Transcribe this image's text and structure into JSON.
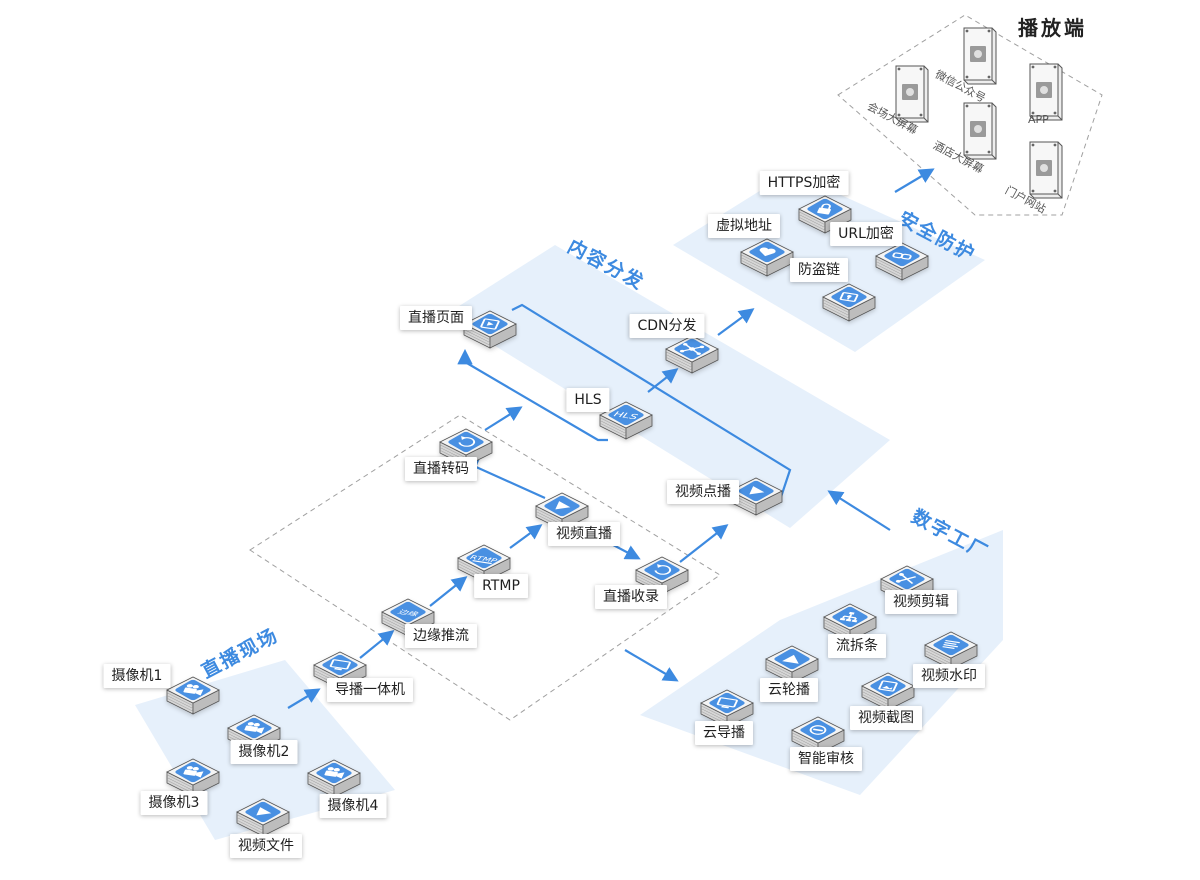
{
  "colors": {
    "accent": "#3d8ae0",
    "zone_fill": "#e6f0fb",
    "dash": "#999999",
    "icon": "#4a90e2"
  },
  "zones": {
    "live_site": "直播现场",
    "content_distribution": "内容分发",
    "security": "安全防护",
    "digital_factory": "数字工厂",
    "players": "播放端"
  },
  "nodes": {
    "camera1": {
      "label": "摄像机1",
      "icon": "video-camera-icon"
    },
    "camera2": {
      "label": "摄像机2",
      "icon": "video-camera-icon"
    },
    "camera3": {
      "label": "摄像机3",
      "icon": "video-camera-icon"
    },
    "camera4": {
      "label": "摄像机4",
      "icon": "video-camera-icon"
    },
    "video_file": {
      "label": "视频文件",
      "icon": "play-icon"
    },
    "director_console": {
      "label": "导播一体机",
      "icon": "monitor-icon"
    },
    "edge_push": {
      "label": "边缘推流",
      "icon": "edge-push-icon",
      "text": "边缘"
    },
    "rtmp": {
      "label": "RTMP",
      "icon": "rtmp-icon",
      "text": "RTMP"
    },
    "live_video": {
      "label": "视频直播",
      "icon": "play-icon"
    },
    "live_transcode": {
      "label": "直播转码",
      "icon": "transcode-icon"
    },
    "live_record": {
      "label": "直播收录",
      "icon": "refresh-icon"
    },
    "vod": {
      "label": "视频点播",
      "icon": "play-triangle-icon"
    },
    "hls": {
      "label": "HLS",
      "icon": "hls-icon",
      "text": "HLS"
    },
    "live_page": {
      "label": "直播页面",
      "icon": "page-icon"
    },
    "cdn": {
      "label": "CDN分发",
      "icon": "network-icon"
    },
    "virtual_addr": {
      "label": "虚拟地址",
      "icon": "heart-shield-icon"
    },
    "https_enc": {
      "label": "HTTPS加密",
      "icon": "lock-icon"
    },
    "url_enc": {
      "label": "URL加密",
      "icon": "link-icon"
    },
    "anti_leech": {
      "label": "防盗链",
      "icon": "key-icon"
    },
    "clip": {
      "label": "视频剪辑",
      "icon": "scissors-icon"
    },
    "strip": {
      "label": "流拆条",
      "icon": "tree-icon"
    },
    "watermark": {
      "label": "视频水印",
      "icon": "lines-icon"
    },
    "cloud_carousel": {
      "label": "云轮播",
      "icon": "carousel-icon"
    },
    "snapshot": {
      "label": "视频截图",
      "icon": "image-icon"
    },
    "cloud_director": {
      "label": "云导播",
      "icon": "monitor-icon"
    },
    "moderation": {
      "label": "智能审核",
      "icon": "forbid-icon"
    }
  },
  "terminals": {
    "wechat": {
      "label": "微信公众号",
      "icon": "wechat-icon"
    },
    "app": {
      "label": "APP",
      "icon": "app-icon"
    },
    "venue_screen": {
      "label": "会场大屏幕",
      "icon": "venue-screen-icon"
    },
    "hotel_screen": {
      "label": "酒店大屏幕",
      "icon": "hotel-icon"
    },
    "portal": {
      "label": "门户网站",
      "icon": "home-icon"
    }
  }
}
